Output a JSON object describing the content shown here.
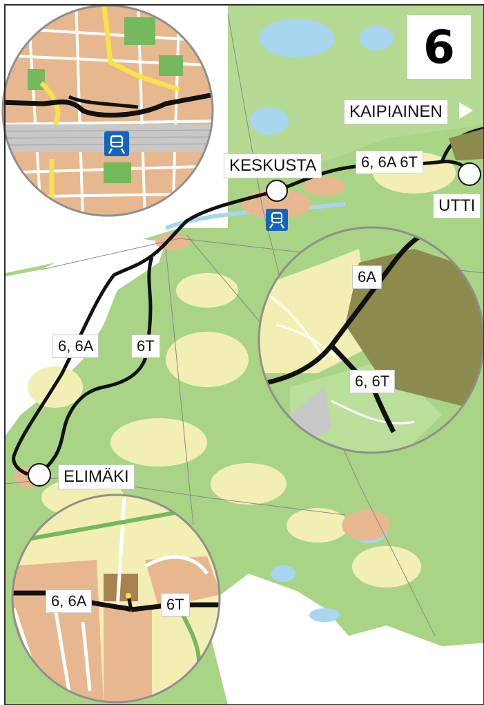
{
  "route_number": "6",
  "places": {
    "kaipiainen": "KAIPIAINEN",
    "keskusta": "KESKUSTA",
    "utti": "UTTI",
    "elimaki": "ELIMÄKI"
  },
  "route_labels": {
    "utti_branch": "6, 6A 6T",
    "west_branch": "6, 6A",
    "east_branch": "6T",
    "inset_utti_6a": "6A",
    "inset_utti_6_6t": "6, 6T",
    "inset_elimaki_6_6a": "6, 6A",
    "inset_elimaki_6t": "6T"
  },
  "colors": {
    "route_line": "#111111",
    "forest": "#a9d486",
    "open_land": "#f3efb4",
    "water": "#a8d6ee",
    "urban": "#e7b88f",
    "military_area": "#8c8a4c",
    "station_icon": "#1565c0"
  },
  "icons": {
    "keskusta_station": "train-icon",
    "inset_station": "train-icon"
  }
}
